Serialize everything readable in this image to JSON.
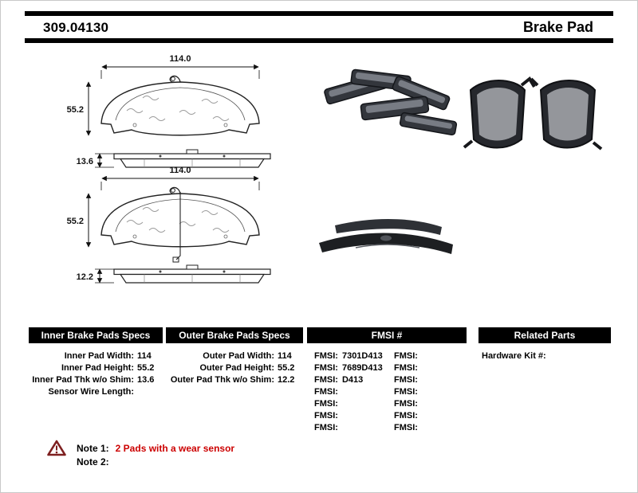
{
  "header": {
    "part_number": "309.04130",
    "title": "Brake Pad"
  },
  "diagrams": {
    "inner": {
      "width": "114.0",
      "height": "55.2",
      "thickness": "13.6"
    },
    "outer": {
      "width": "114.0",
      "height": "55.2",
      "thickness": "12.2"
    }
  },
  "table": {
    "inner": {
      "header": "Inner Brake Pads Specs",
      "rows": [
        {
          "label": "Inner Pad Width:",
          "value": "114"
        },
        {
          "label": "Inner Pad Height:",
          "value": "55.2"
        },
        {
          "label": "Inner Pad Thk w/o Shim:",
          "value": "13.6"
        },
        {
          "label": "Sensor Wire Length:",
          "value": ""
        }
      ]
    },
    "outer": {
      "header": "Outer Brake Pads Specs",
      "rows": [
        {
          "label": "Outer Pad Width:",
          "value": "114"
        },
        {
          "label": "Outer Pad Height:",
          "value": "55.2"
        },
        {
          "label": "Outer Pad Thk w/o Shim:",
          "value": "12.2"
        }
      ]
    },
    "fmsi": {
      "header": "FMSI #",
      "left": [
        {
          "label": "FMSI:",
          "value": "7301D413"
        },
        {
          "label": "FMSI:",
          "value": "7689D413"
        },
        {
          "label": "FMSI:",
          "value": "D413"
        },
        {
          "label": "FMSI:",
          "value": ""
        },
        {
          "label": "FMSI:",
          "value": ""
        },
        {
          "label": "FMSI:",
          "value": ""
        },
        {
          "label": "FMSI:",
          "value": ""
        }
      ],
      "right": [
        {
          "label": "FMSI:",
          "value": ""
        },
        {
          "label": "FMSI:",
          "value": ""
        },
        {
          "label": "FMSI:",
          "value": ""
        },
        {
          "label": "FMSI:",
          "value": ""
        },
        {
          "label": "FMSI:",
          "value": ""
        },
        {
          "label": "FMSI:",
          "value": ""
        },
        {
          "label": "FMSI:",
          "value": ""
        }
      ]
    },
    "related": {
      "header": "Related Parts",
      "rows": [
        {
          "label": "Hardware Kit #:",
          "value": ""
        }
      ]
    }
  },
  "notes": {
    "note1_label": "Note 1:",
    "note1_text": "2 Pads with a wear sensor",
    "note2_label": "Note 2:",
    "note2_text": ""
  },
  "colors": {
    "bar_black": "#000000",
    "note_red": "#cc0000"
  }
}
